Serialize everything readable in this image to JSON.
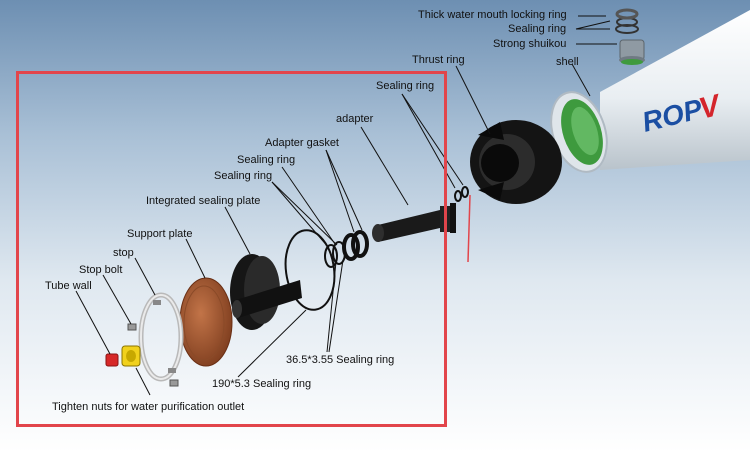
{
  "brand": {
    "logo_text": "ROPV"
  },
  "colors": {
    "highlight_frame": "#e2454b",
    "logo_blue": "#1b4fa3",
    "logo_red": "#d4252c"
  },
  "labels": {
    "thick_water_mouth_locking_ring": "Thick water mouth locking ring",
    "sealing_ring_top": "Sealing ring",
    "strong_shuikou": "Strong shuikou",
    "shell": "shell",
    "thrust_ring": "Thrust ring",
    "sealing_ring_right": "Sealing ring",
    "adapter": "adapter",
    "adapter_gasket": "Adapter gasket",
    "sealing_ring_a": "Sealing ring",
    "sealing_ring_b": "Sealing ring",
    "integrated_sealing_plate": "Integrated sealing plate",
    "support_plate": "Support plate",
    "stop": "stop",
    "stop_bolt": "Stop bolt",
    "tube_wall": "Tube wall",
    "sealing_ring_36": "36.5*3.55 Sealing ring",
    "sealing_ring_190": "190*5.3 Sealing ring",
    "tighten_nuts": "Tighten nuts for water purification outlet"
  }
}
